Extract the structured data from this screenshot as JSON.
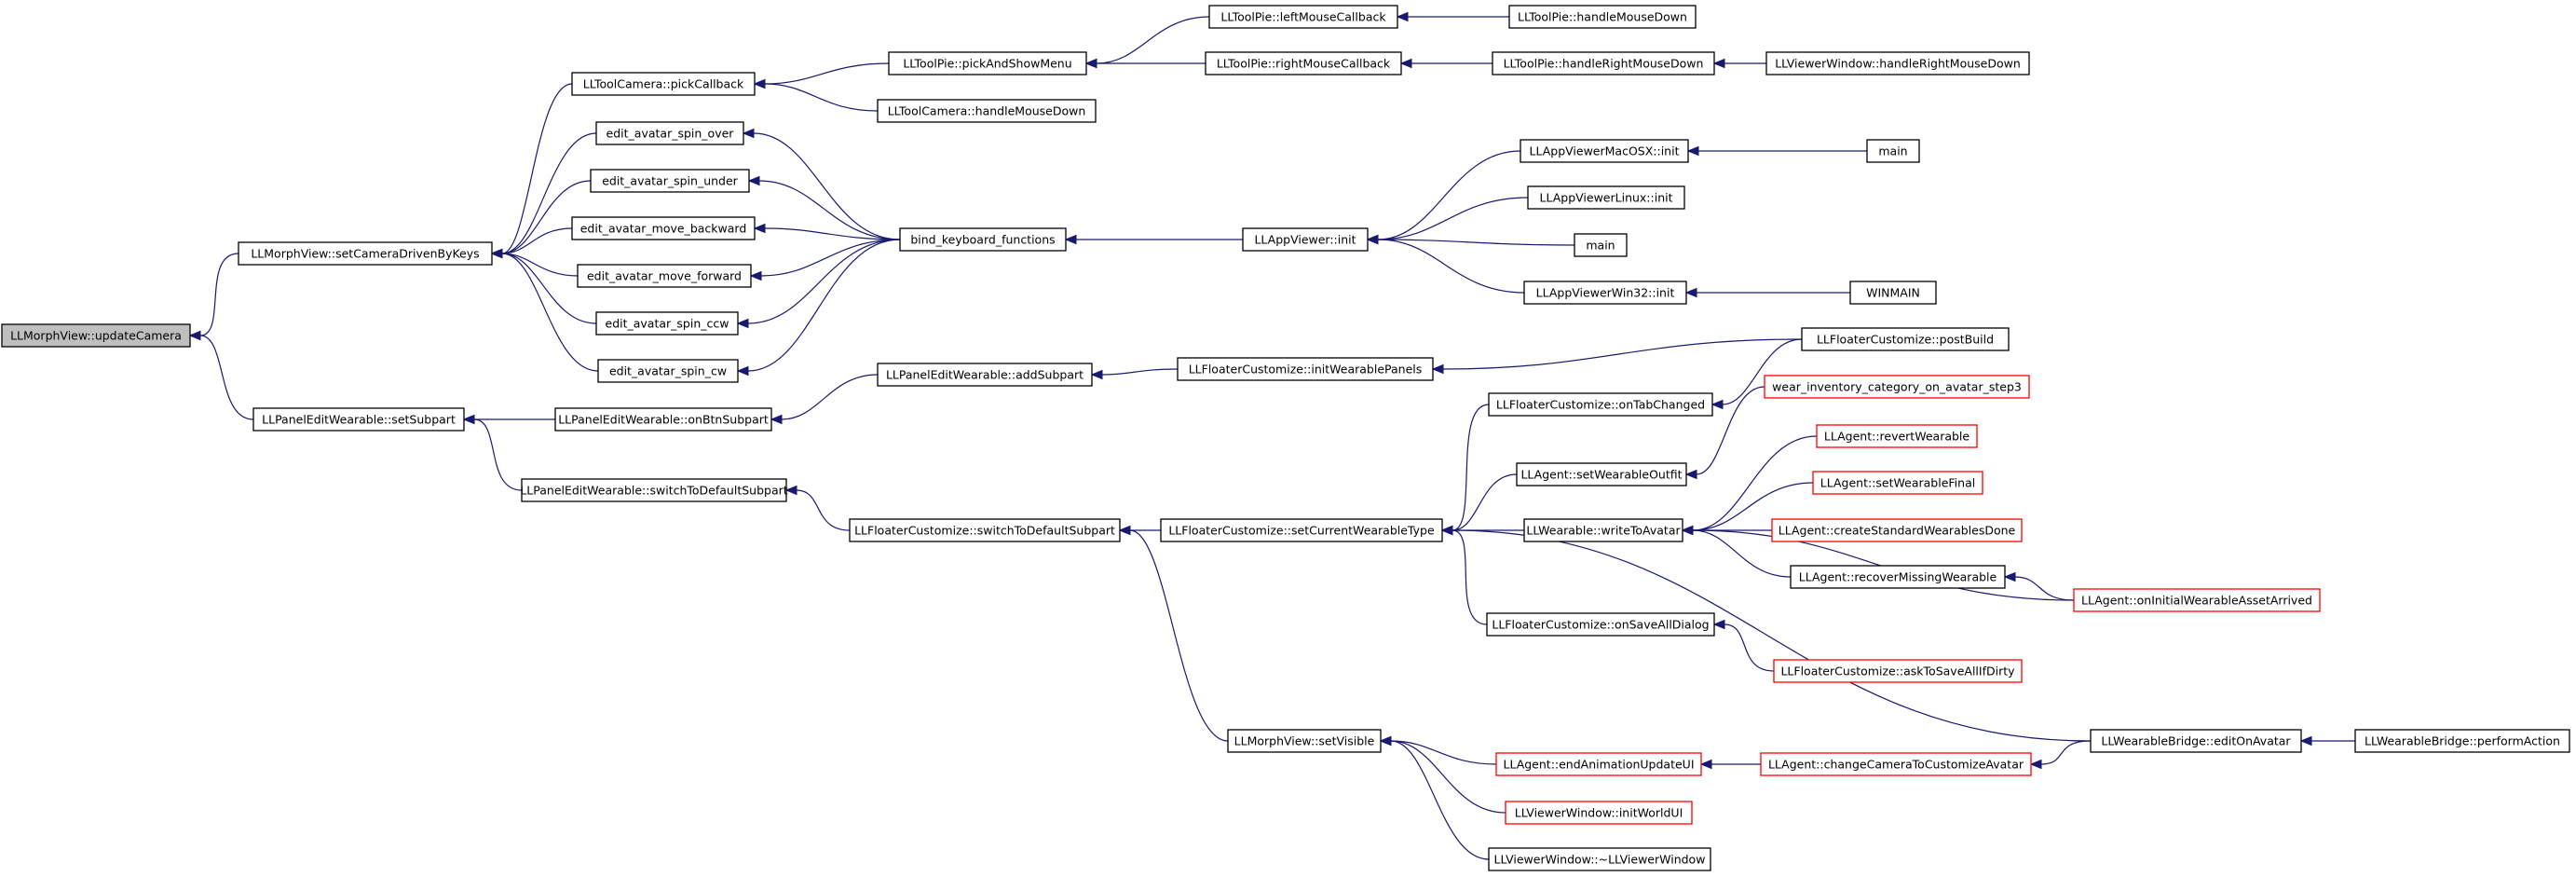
{
  "nodes": {
    "n_updateCamera": {
      "label": "LLMorphView::updateCamera",
      "style": "root"
    },
    "n_setCameraDriven": {
      "label": "LLMorphView::setCameraDrivenByKeys",
      "style": "normal"
    },
    "n_setSubpart": {
      "label": "LLPanelEditWearable::setSubpart",
      "style": "normal"
    },
    "n_pickCallback": {
      "label": "LLToolCamera::pickCallback",
      "style": "normal"
    },
    "n_spin_over": {
      "label": "edit_avatar_spin_over",
      "style": "normal"
    },
    "n_spin_under": {
      "label": "edit_avatar_spin_under",
      "style": "normal"
    },
    "n_move_backward": {
      "label": "edit_avatar_move_backward",
      "style": "normal"
    },
    "n_move_forward": {
      "label": "edit_avatar_move_forward",
      "style": "normal"
    },
    "n_spin_ccw": {
      "label": "edit_avatar_spin_ccw",
      "style": "normal"
    },
    "n_spin_cw": {
      "label": "edit_avatar_spin_cw",
      "style": "normal"
    },
    "n_onBtnSubpart": {
      "label": "LLPanelEditWearable::onBtnSubpart",
      "style": "normal"
    },
    "n_switchToDefaultPanel": {
      "label": "LLPanelEditWearable::switchToDefaultSubpart",
      "style": "normal"
    },
    "n_pickAndShowMenu": {
      "label": "LLToolPie::pickAndShowMenu",
      "style": "normal"
    },
    "n_camHandleMouseDown": {
      "label": "LLToolCamera::handleMouseDown",
      "style": "normal"
    },
    "n_bindKeyboard": {
      "label": "bind_keyboard_functions",
      "style": "normal"
    },
    "n_addSubpart": {
      "label": "LLPanelEditWearable::addSubpart",
      "style": "normal"
    },
    "n_switchToDefaultFloater": {
      "label": "LLFloaterCustomize::switchToDefaultSubpart",
      "style": "normal"
    },
    "n_leftMouseCallback": {
      "label": "LLToolPie::leftMouseCallback",
      "style": "normal"
    },
    "n_rightMouseCallback": {
      "label": "LLToolPie::rightMouseCallback",
      "style": "normal"
    },
    "n_appViewerInit": {
      "label": "LLAppViewer::init",
      "style": "normal"
    },
    "n_initWearablePanels": {
      "label": "LLFloaterCustomize::initWearablePanels",
      "style": "normal"
    },
    "n_setCurrentWearableType": {
      "label": "LLFloaterCustomize::setCurrentWearableType",
      "style": "normal"
    },
    "n_morphSetVisible": {
      "label": "LLMorphView::setVisible",
      "style": "normal"
    },
    "n_pieHandleMouseDown": {
      "label": "LLToolPie::handleMouseDown",
      "style": "normal"
    },
    "n_pieHandleRightMouseDown": {
      "label": "LLToolPie::handleRightMouseDown",
      "style": "normal"
    },
    "n_appMacInit": {
      "label": "LLAppViewerMacOSX::init",
      "style": "normal"
    },
    "n_appLinuxInit": {
      "label": "LLAppViewerLinux::init",
      "style": "normal"
    },
    "n_main_mid": {
      "label": "main",
      "style": "normal"
    },
    "n_appWin32Init": {
      "label": "LLAppViewerWin32::init",
      "style": "normal"
    },
    "n_onTabChanged": {
      "label": "LLFloaterCustomize::onTabChanged",
      "style": "normal"
    },
    "n_setWearableOutfit": {
      "label": "LLAgent::setWearableOutfit",
      "style": "normal"
    },
    "n_writeToAvatar": {
      "label": "LLWearable::writeToAvatar",
      "style": "normal"
    },
    "n_onSaveAllDialog": {
      "label": "LLFloaterCustomize::onSaveAllDialog",
      "style": "normal"
    },
    "n_endAnimationUpdateUI": {
      "label": "LLAgent::endAnimationUpdateUI",
      "style": "truncated"
    },
    "n_initWorldUI": {
      "label": "LLViewerWindow::initWorldUI",
      "style": "truncated"
    },
    "n_viewerWindowDtor": {
      "label": "LLViewerWindow::~LLViewerWindow",
      "style": "normal"
    },
    "n_viewerHandleRightMouseDown": {
      "label": "LLViewerWindow::handleRightMouseDown",
      "style": "normal"
    },
    "n_main_right": {
      "label": "main",
      "style": "normal"
    },
    "n_winmain": {
      "label": "WINMAIN",
      "style": "normal"
    },
    "n_postBuild": {
      "label": "LLFloaterCustomize::postBuild",
      "style": "normal"
    },
    "n_wearInventoryStep3": {
      "label": "wear_inventory_category_on_avatar_step3",
      "style": "truncated"
    },
    "n_revertWearable": {
      "label": "LLAgent::revertWearable",
      "style": "truncated"
    },
    "n_setWearableFinal": {
      "label": "LLAgent::setWearableFinal",
      "style": "truncated"
    },
    "n_createStandardWearablesDone": {
      "label": "LLAgent::createStandardWearablesDone",
      "style": "truncated"
    },
    "n_recoverMissingWearable": {
      "label": "LLAgent::recoverMissingWearable",
      "style": "normal"
    },
    "n_onInitialWearableAssetArrived": {
      "label": "LLAgent::onInitialWearableAssetArrived",
      "style": "truncated"
    },
    "n_askToSaveAllIfDirty": {
      "label": "LLFloaterCustomize::askToSaveAllIfDirty",
      "style": "truncated"
    },
    "n_changeCameraToCustomizeAvatar": {
      "label": "LLAgent::changeCameraToCustomizeAvatar",
      "style": "truncated"
    },
    "n_editOnAvatar": {
      "label": "LLWearableBridge::editOnAvatar",
      "style": "normal"
    },
    "n_performAction": {
      "label": "LLWearableBridge::performAction",
      "style": "normal"
    }
  },
  "edges": [
    [
      "n_setCameraDriven",
      "n_updateCamera"
    ],
    [
      "n_setSubpart",
      "n_updateCamera"
    ],
    [
      "n_pickCallback",
      "n_setCameraDriven"
    ],
    [
      "n_spin_over",
      "n_setCameraDriven"
    ],
    [
      "n_spin_under",
      "n_setCameraDriven"
    ],
    [
      "n_move_backward",
      "n_setCameraDriven"
    ],
    [
      "n_move_forward",
      "n_setCameraDriven"
    ],
    [
      "n_spin_ccw",
      "n_setCameraDriven"
    ],
    [
      "n_spin_cw",
      "n_setCameraDriven"
    ],
    [
      "n_onBtnSubpart",
      "n_setSubpart"
    ],
    [
      "n_switchToDefaultPanel",
      "n_setSubpart"
    ],
    [
      "n_pickAndShowMenu",
      "n_pickCallback"
    ],
    [
      "n_camHandleMouseDown",
      "n_pickCallback"
    ],
    [
      "n_bindKeyboard",
      "n_spin_over"
    ],
    [
      "n_bindKeyboard",
      "n_spin_under"
    ],
    [
      "n_bindKeyboard",
      "n_move_backward"
    ],
    [
      "n_bindKeyboard",
      "n_move_forward"
    ],
    [
      "n_bindKeyboard",
      "n_spin_ccw"
    ],
    [
      "n_bindKeyboard",
      "n_spin_cw"
    ],
    [
      "n_addSubpart",
      "n_onBtnSubpart"
    ],
    [
      "n_switchToDefaultFloater",
      "n_switchToDefaultPanel"
    ],
    [
      "n_leftMouseCallback",
      "n_pickAndShowMenu"
    ],
    [
      "n_rightMouseCallback",
      "n_pickAndShowMenu"
    ],
    [
      "n_appViewerInit",
      "n_bindKeyboard"
    ],
    [
      "n_initWearablePanels",
      "n_addSubpart"
    ],
    [
      "n_setCurrentWearableType",
      "n_switchToDefaultFloater"
    ],
    [
      "n_morphSetVisible",
      "n_switchToDefaultFloater"
    ],
    [
      "n_pieHandleMouseDown",
      "n_leftMouseCallback"
    ],
    [
      "n_pieHandleRightMouseDown",
      "n_rightMouseCallback"
    ],
    [
      "n_viewerHandleRightMouseDown",
      "n_pieHandleRightMouseDown"
    ],
    [
      "n_appMacInit",
      "n_appViewerInit"
    ],
    [
      "n_appLinuxInit",
      "n_appViewerInit"
    ],
    [
      "n_main_mid",
      "n_appViewerInit"
    ],
    [
      "n_appWin32Init",
      "n_appViewerInit"
    ],
    [
      "n_main_right",
      "n_appMacInit"
    ],
    [
      "n_winmain",
      "n_appWin32Init"
    ],
    [
      "n_postBuild",
      "n_initWearablePanels"
    ],
    [
      "n_postBuild",
      "n_onTabChanged"
    ],
    [
      "n_onTabChanged",
      "n_setCurrentWearableType"
    ],
    [
      "n_setWearableOutfit",
      "n_setCurrentWearableType"
    ],
    [
      "n_writeToAvatar",
      "n_setCurrentWearableType"
    ],
    [
      "n_onSaveAllDialog",
      "n_setCurrentWearableType"
    ],
    [
      "n_editOnAvatar",
      "n_setCurrentWearableType"
    ],
    [
      "n_wearInventoryStep3",
      "n_setWearableOutfit"
    ],
    [
      "n_revertWearable",
      "n_writeToAvatar"
    ],
    [
      "n_setWearableFinal",
      "n_writeToAvatar"
    ],
    [
      "n_createStandardWearablesDone",
      "n_writeToAvatar"
    ],
    [
      "n_recoverMissingWearable",
      "n_writeToAvatar"
    ],
    [
      "n_onInitialWearableAssetArrived",
      "n_writeToAvatar"
    ],
    [
      "n_onInitialWearableAssetArrived",
      "n_recoverMissingWearable"
    ],
    [
      "n_askToSaveAllIfDirty",
      "n_onSaveAllDialog"
    ],
    [
      "n_endAnimationUpdateUI",
      "n_morphSetVisible"
    ],
    [
      "n_initWorldUI",
      "n_morphSetVisible"
    ],
    [
      "n_viewerWindowDtor",
      "n_morphSetVisible"
    ],
    [
      "n_changeCameraToCustomizeAvatar",
      "n_endAnimationUpdateUI"
    ],
    [
      "n_editOnAvatar",
      "n_changeCameraToCustomizeAvatar"
    ],
    [
      "n_performAction",
      "n_editOnAvatar"
    ]
  ],
  "colors": {
    "edge": "#191970",
    "node_border": "#000000",
    "truncated_border": "#ff0000",
    "root_fill": "#bfbfbf",
    "node_fill": "#ffffff",
    "text": "#000000"
  }
}
